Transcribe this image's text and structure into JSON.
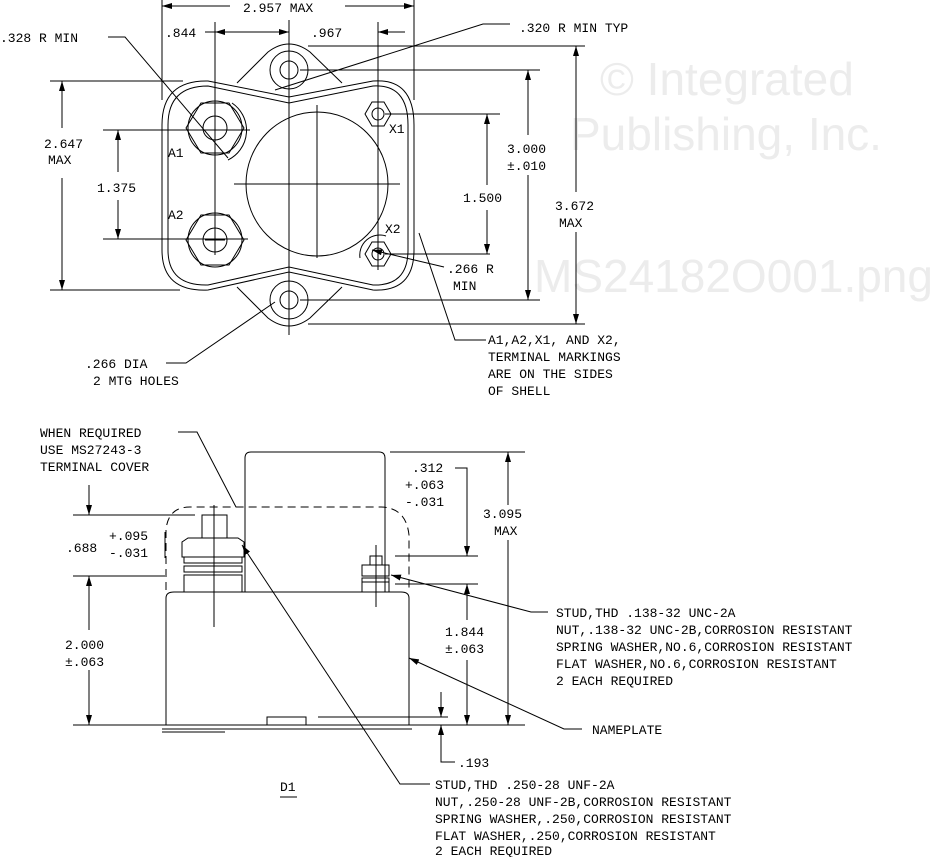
{
  "watermark": [
    "© Integrated",
    "Publishing, Inc.",
    "MS24182O001.png"
  ],
  "top_view": {
    "overall_width": "2.957 MAX",
    "dim_844": ".844",
    "dim_967": ".967",
    "radius_320": ".320 R MIN TYP",
    "radius_328": ".328 R MIN",
    "height_2647": [
      "2.647",
      "MAX"
    ],
    "dim_1375": "1.375",
    "dim_1500": "1.500",
    "dim_3000": [
      "3.000",
      "±.010"
    ],
    "dim_3672": [
      "3.672",
      "MAX"
    ],
    "radius_266": [
      ".266 R",
      "MIN"
    ],
    "mtg_holes": [
      ".266 DIA",
      "2 MTG HOLES"
    ],
    "terminal_note": [
      "A1,A2,X1, AND X2,",
      "TERMINAL MARKINGS",
      "ARE ON THE SIDES",
      "OF SHELL"
    ],
    "terminals": {
      "a1": "A1",
      "a2": "A2",
      "x1": "X1",
      "x2": "X2"
    }
  },
  "side_view": {
    "cover_note": [
      "WHEN REQUIRED",
      "USE MS27243-3",
      "TERMINAL COVER"
    ],
    "dim_688": ".688",
    "dim_688_tol": [
      "+.095",
      "-.031"
    ],
    "dim_2000": [
      "2.000",
      "±.063"
    ],
    "dim_312": [
      ".312",
      "+.063",
      "-.031"
    ],
    "dim_3095": [
      "3.095",
      "MAX"
    ],
    "dim_1844": [
      "1.844",
      "±.063"
    ],
    "dim_193": ".193",
    "small_stud_note": [
      "STUD,THD .138-32 UNC-2A",
      "NUT,.138-32 UNC-2B,CORROSION RESISTANT",
      "SPRING WASHER,NO.6,CORROSION RESISTANT",
      "FLAT WASHER,NO.6,CORROSION RESISTANT",
      "2 EACH REQUIRED"
    ],
    "nameplate": "NAMEPLATE",
    "large_stud_note": [
      "STUD,THD .250-28 UNF-2A",
      "NUT,.250-28 UNF-2B,CORROSION RESISTANT",
      "SPRING WASHER,.250,CORROSION RESISTANT",
      "FLAT WASHER,.250,CORROSION RESISTANT",
      "2 EACH REQUIRED"
    ],
    "view_label": "D1"
  }
}
